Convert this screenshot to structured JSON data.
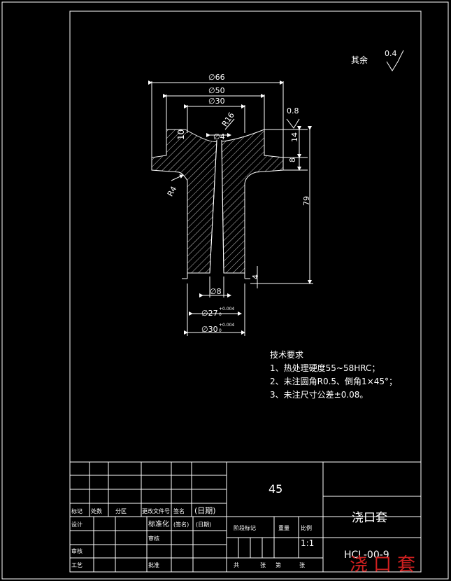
{
  "surface_finish_note": {
    "label": "其余",
    "value": "0.4"
  },
  "dimensions": {
    "d66": "∅66",
    "d50": "∅50",
    "d30": "∅30",
    "r16": "R16",
    "d4": "∅4",
    "h10": "10",
    "finish_top": "0.8",
    "h14": "14",
    "h8": "8",
    "h79": "79",
    "r4": "R4",
    "h4": "4",
    "d8": "∅8",
    "d27": "∅27",
    "d27_tol": "+0.004",
    "d27_tol2": "0",
    "d30b": "∅30",
    "d30b_tol": "+0.004",
    "d30b_tol2": "0"
  },
  "tech_requirements": {
    "title": "技术要求",
    "items": [
      "1、热处理硬度55~58HRC；",
      "2、未注圆角R0.5、倒角1×45°；",
      "3、未注尺寸公差±0.08。"
    ]
  },
  "title_block": {
    "material": "45",
    "part_name": "浇口套",
    "drawing_no": "HCL-00-9",
    "scale": "1:1",
    "row_labels": {
      "mark": "标记",
      "count": "处数",
      "zone": "分区",
      "change_doc": "更改文件号",
      "sign": "签名",
      "date": "(日期)",
      "design": "设计",
      "standardize": "标准化",
      "sign2": "(签名)",
      "date2": "(日期)",
      "review": "审核",
      "process": "工艺",
      "approve": "批准",
      "stage_mark": "阶段标记",
      "weight": "重量",
      "ratio": "比例",
      "sheet_total": "共",
      "sheet": "张",
      "page": "第",
      "page2": "张"
    }
  },
  "stamp": "浇口套"
}
